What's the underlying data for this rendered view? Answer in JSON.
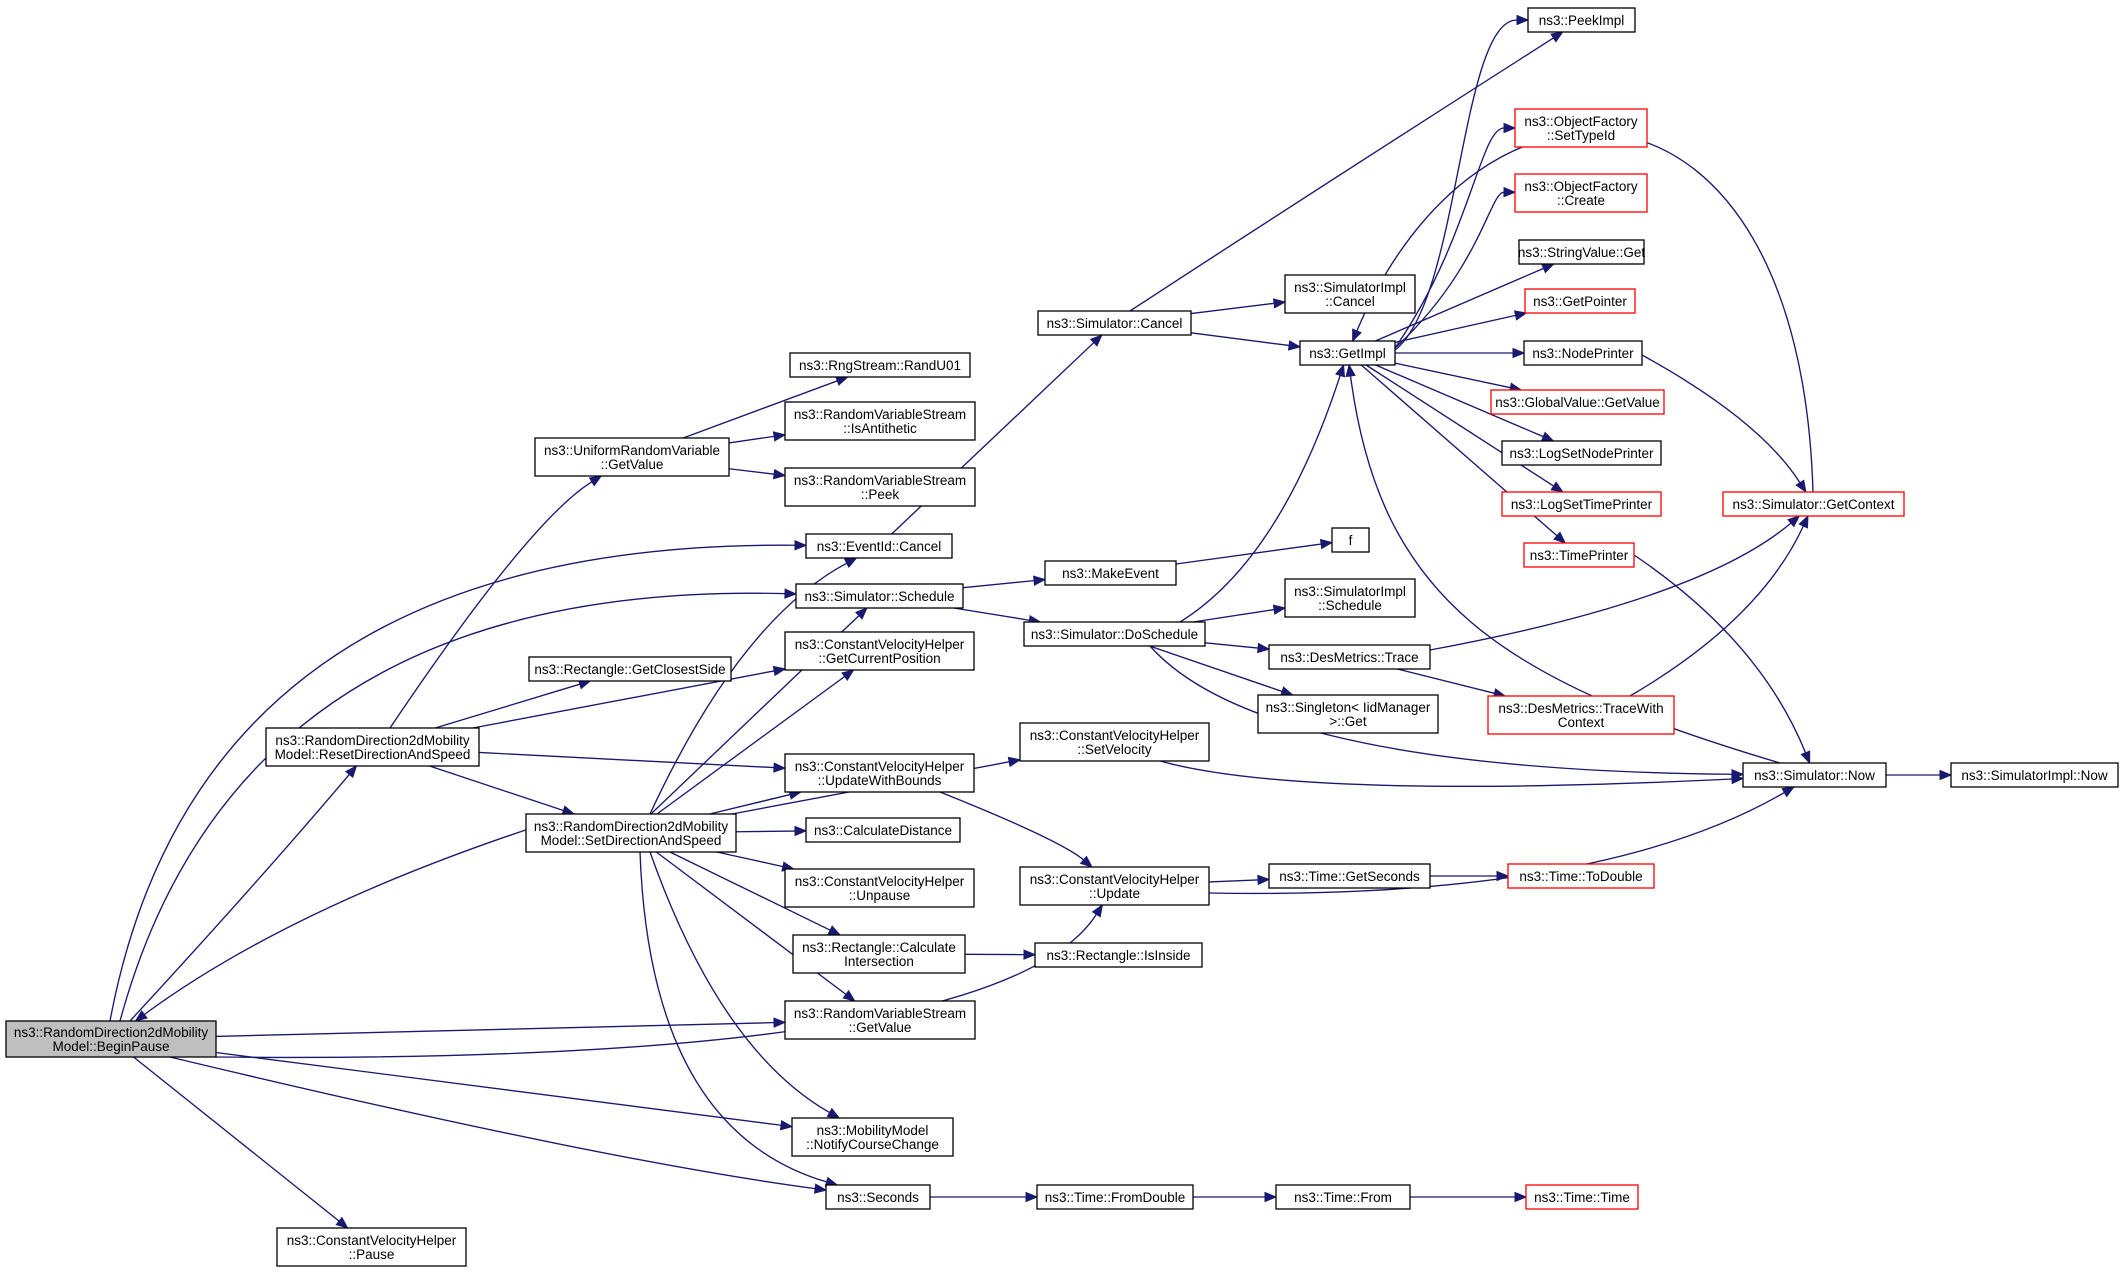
{
  "colors": {
    "edge": "#191970",
    "root_fill": "#bfbfbf",
    "node_fill": "#ffffff",
    "node_border": "#000000",
    "truncated_border": "#ff0000"
  },
  "nodes": [
    {
      "id": "begin_pause",
      "lines": [
        "ns3::RandomDirection2dMobility",
        "Model::BeginPause"
      ],
      "style": "root"
    },
    {
      "id": "reset_dir",
      "lines": [
        "ns3::RandomDirection2dMobility",
        "Model::ResetDirectionAndSpeed"
      ],
      "style": "normal"
    },
    {
      "id": "set_dir",
      "lines": [
        "ns3::RandomDirection2dMobility",
        "Model::SetDirectionAndSpeed"
      ],
      "style": "normal"
    },
    {
      "id": "cvh_pause",
      "lines": [
        "ns3::ConstantVelocityHelper",
        "::Pause"
      ],
      "style": "normal"
    },
    {
      "id": "uniform_getvalue",
      "lines": [
        "ns3::UniformRandomVariable",
        "::GetValue"
      ],
      "style": "normal"
    },
    {
      "id": "rect_closest",
      "lines": [
        "ns3::Rectangle::GetClosestSide"
      ],
      "style": "normal"
    },
    {
      "id": "randu01",
      "lines": [
        "ns3::RngStream::RandU01"
      ],
      "style": "normal"
    },
    {
      "id": "isantithetic",
      "lines": [
        "ns3::RandomVariableStream",
        "::IsAntithetic"
      ],
      "style": "normal"
    },
    {
      "id": "peek",
      "lines": [
        "ns3::RandomVariableStream",
        "::Peek"
      ],
      "style": "normal"
    },
    {
      "id": "eventid_cancel",
      "lines": [
        "ns3::EventId::Cancel"
      ],
      "style": "normal"
    },
    {
      "id": "sim_schedule",
      "lines": [
        "ns3::Simulator::Schedule"
      ],
      "style": "normal"
    },
    {
      "id": "cvh_getpos",
      "lines": [
        "ns3::ConstantVelocityHelper",
        "::GetCurrentPosition"
      ],
      "style": "normal"
    },
    {
      "id": "cvh_updatebounds",
      "lines": [
        "ns3::ConstantVelocityHelper",
        "::UpdateWithBounds"
      ],
      "style": "normal"
    },
    {
      "id": "calc_distance",
      "lines": [
        "ns3::CalculateDistance"
      ],
      "style": "normal"
    },
    {
      "id": "cvh_unpause",
      "lines": [
        "ns3::ConstantVelocityHelper",
        "::Unpause"
      ],
      "style": "normal"
    },
    {
      "id": "rect_calcinter",
      "lines": [
        "ns3::Rectangle::Calculate",
        "Intersection"
      ],
      "style": "normal"
    },
    {
      "id": "rvs_getvalue",
      "lines": [
        "ns3::RandomVariableStream",
        "::GetValue"
      ],
      "style": "normal"
    },
    {
      "id": "notify_course",
      "lines": [
        "ns3::MobilityModel",
        "::NotifyCourseChange"
      ],
      "style": "normal"
    },
    {
      "id": "seconds",
      "lines": [
        "ns3::Seconds"
      ],
      "style": "normal"
    },
    {
      "id": "sim_cancel",
      "lines": [
        "ns3::Simulator::Cancel"
      ],
      "style": "normal"
    },
    {
      "id": "make_event",
      "lines": [
        "ns3::MakeEvent"
      ],
      "style": "normal"
    },
    {
      "id": "sim_doschedule",
      "lines": [
        "ns3::Simulator::DoSchedule"
      ],
      "style": "normal"
    },
    {
      "id": "cvh_setvel",
      "lines": [
        "ns3::ConstantVelocityHelper",
        "::SetVelocity"
      ],
      "style": "normal"
    },
    {
      "id": "cvh_update",
      "lines": [
        "ns3::ConstantVelocityHelper",
        "::Update"
      ],
      "style": "normal"
    },
    {
      "id": "rect_isinside",
      "lines": [
        "ns3::Rectangle::IsInside"
      ],
      "style": "normal"
    },
    {
      "id": "time_fromdouble",
      "lines": [
        "ns3::Time::FromDouble"
      ],
      "style": "normal"
    },
    {
      "id": "simimpl_cancel",
      "lines": [
        "ns3::SimulatorImpl",
        "::Cancel"
      ],
      "style": "normal"
    },
    {
      "id": "getimpl",
      "lines": [
        "ns3::GetImpl"
      ],
      "style": "normal"
    },
    {
      "id": "f",
      "lines": [
        "f"
      ],
      "style": "normal"
    },
    {
      "id": "simimpl_schedule",
      "lines": [
        "ns3::SimulatorImpl",
        "::Schedule"
      ],
      "style": "normal"
    },
    {
      "id": "desmetrics_trace",
      "lines": [
        "ns3::DesMetrics::Trace"
      ],
      "style": "normal"
    },
    {
      "id": "singleton_get",
      "lines": [
        "ns3::Singleton< IidManager",
        ">::Get"
      ],
      "style": "normal"
    },
    {
      "id": "time_getseconds",
      "lines": [
        "ns3::Time::GetSeconds"
      ],
      "style": "normal"
    },
    {
      "id": "time_from",
      "lines": [
        "ns3::Time::From"
      ],
      "style": "normal"
    },
    {
      "id": "peekimpl",
      "lines": [
        "ns3::PeekImpl"
      ],
      "style": "normal"
    },
    {
      "id": "of_settypeid",
      "lines": [
        "ns3::ObjectFactory",
        "::SetTypeId"
      ],
      "style": "truncated"
    },
    {
      "id": "of_create",
      "lines": [
        "ns3::ObjectFactory",
        "::Create"
      ],
      "style": "truncated"
    },
    {
      "id": "stringvalue_get",
      "lines": [
        "ns3::StringValue::Get"
      ],
      "style": "normal"
    },
    {
      "id": "getpointer",
      "lines": [
        "ns3::GetPointer"
      ],
      "style": "truncated"
    },
    {
      "id": "nodeprinter",
      "lines": [
        "ns3::NodePrinter"
      ],
      "style": "normal"
    },
    {
      "id": "globalvalue_get",
      "lines": [
        "ns3::GlobalValue::GetValue"
      ],
      "style": "truncated"
    },
    {
      "id": "logsetnode",
      "lines": [
        "ns3::LogSetNodePrinter"
      ],
      "style": "normal"
    },
    {
      "id": "logsettime",
      "lines": [
        "ns3::LogSetTimePrinter"
      ],
      "style": "truncated"
    },
    {
      "id": "timeprinter",
      "lines": [
        "ns3::TimePrinter"
      ],
      "style": "truncated"
    },
    {
      "id": "desmetrics_tracewith",
      "lines": [
        "ns3::DesMetrics::TraceWith",
        "Context"
      ],
      "style": "truncated"
    },
    {
      "id": "time_todouble",
      "lines": [
        "ns3::Time::ToDouble"
      ],
      "style": "truncated"
    },
    {
      "id": "time_time",
      "lines": [
        "ns3::Time::Time"
      ],
      "style": "truncated"
    },
    {
      "id": "sim_getcontext",
      "lines": [
        "ns3::Simulator::GetContext"
      ],
      "style": "truncated"
    },
    {
      "id": "sim_now",
      "lines": [
        "ns3::Simulator::Now"
      ],
      "style": "normal"
    },
    {
      "id": "simimpl_now",
      "lines": [
        "ns3::SimulatorImpl::Now"
      ],
      "style": "normal"
    }
  ],
  "edges": [
    [
      "begin_pause",
      "reset_dir"
    ],
    [
      "begin_pause",
      "eventid_cancel"
    ],
    [
      "begin_pause",
      "sim_schedule"
    ],
    [
      "begin_pause",
      "cvh_update"
    ],
    [
      "begin_pause",
      "rvs_getvalue"
    ],
    [
      "begin_pause",
      "notify_course"
    ],
    [
      "begin_pause",
      "seconds"
    ],
    [
      "begin_pause",
      "cvh_pause"
    ],
    [
      "reset_dir",
      "uniform_getvalue"
    ],
    [
      "reset_dir",
      "rect_closest"
    ],
    [
      "reset_dir",
      "cvh_getpos"
    ],
    [
      "reset_dir",
      "cvh_updatebounds"
    ],
    [
      "reset_dir",
      "set_dir"
    ],
    [
      "set_dir",
      "begin_pause"
    ],
    [
      "set_dir",
      "eventid_cancel"
    ],
    [
      "set_dir",
      "sim_schedule"
    ],
    [
      "set_dir",
      "cvh_getpos"
    ],
    [
      "set_dir",
      "cvh_setvel"
    ],
    [
      "set_dir",
      "cvh_updatebounds"
    ],
    [
      "set_dir",
      "calc_distance"
    ],
    [
      "set_dir",
      "cvh_unpause"
    ],
    [
      "set_dir",
      "rect_calcinter"
    ],
    [
      "set_dir",
      "rvs_getvalue"
    ],
    [
      "set_dir",
      "notify_course"
    ],
    [
      "set_dir",
      "seconds"
    ],
    [
      "uniform_getvalue",
      "randu01"
    ],
    [
      "uniform_getvalue",
      "isantithetic"
    ],
    [
      "uniform_getvalue",
      "peek"
    ],
    [
      "eventid_cancel",
      "sim_cancel"
    ],
    [
      "sim_schedule",
      "make_event"
    ],
    [
      "sim_schedule",
      "sim_doschedule"
    ],
    [
      "cvh_updatebounds",
      "cvh_update"
    ],
    [
      "rect_calcinter",
      "rect_isinside"
    ],
    [
      "seconds",
      "time_fromdouble"
    ],
    [
      "sim_cancel",
      "simimpl_cancel"
    ],
    [
      "sim_cancel",
      "getimpl"
    ],
    [
      "sim_cancel",
      "peekimpl"
    ],
    [
      "make_event",
      "f"
    ],
    [
      "sim_doschedule",
      "getimpl"
    ],
    [
      "sim_doschedule",
      "simimpl_schedule"
    ],
    [
      "sim_doschedule",
      "desmetrics_trace"
    ],
    [
      "sim_doschedule",
      "singleton_get"
    ],
    [
      "sim_doschedule",
      "sim_now"
    ],
    [
      "cvh_setvel",
      "sim_now"
    ],
    [
      "cvh_update",
      "time_getseconds"
    ],
    [
      "cvh_update",
      "sim_now"
    ],
    [
      "time_fromdouble",
      "time_from"
    ],
    [
      "time_from",
      "time_time"
    ],
    [
      "time_getseconds",
      "time_todouble"
    ],
    [
      "getimpl",
      "peekimpl"
    ],
    [
      "getimpl",
      "of_settypeid"
    ],
    [
      "getimpl",
      "of_create"
    ],
    [
      "getimpl",
      "stringvalue_get"
    ],
    [
      "getimpl",
      "getpointer"
    ],
    [
      "getimpl",
      "nodeprinter"
    ],
    [
      "getimpl",
      "globalvalue_get"
    ],
    [
      "getimpl",
      "logsetnode"
    ],
    [
      "getimpl",
      "logsettime"
    ],
    [
      "getimpl",
      "timeprinter"
    ],
    [
      "nodeprinter",
      "sim_getcontext"
    ],
    [
      "timeprinter",
      "sim_now"
    ],
    [
      "desmetrics_trace",
      "sim_getcontext"
    ],
    [
      "desmetrics_trace",
      "desmetrics_tracewith"
    ],
    [
      "desmetrics_tracewith",
      "sim_getcontext"
    ],
    [
      "sim_getcontext",
      "getimpl"
    ],
    [
      "sim_now",
      "getimpl"
    ],
    [
      "sim_now",
      "simimpl_now"
    ]
  ]
}
